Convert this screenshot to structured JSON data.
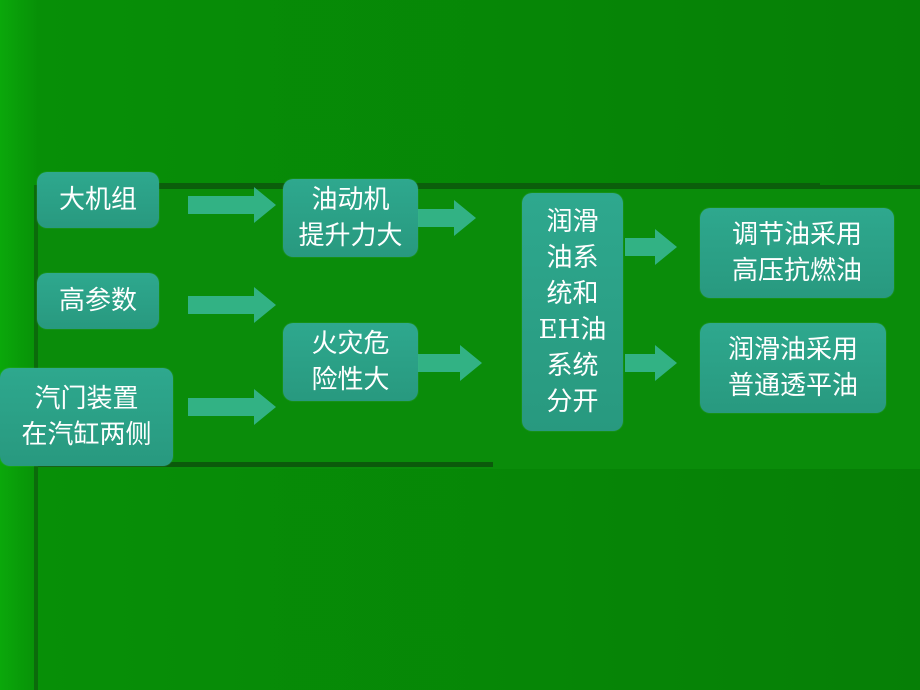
{
  "slide": {
    "nodes": {
      "n1": "大机组",
      "n2": "高参数",
      "n3": "汽门装置\n在汽缸两侧",
      "n4": "油动机\n提升力大",
      "n5": "火灾危\n险性大",
      "n6": "润滑\n油系\n统和\nEH油\n系统\n分开",
      "n7": "调节油采用\n高压抗燃油",
      "n8": "润滑油采用\n普通透平油"
    }
  },
  "colors": {
    "box": "#2ea88e",
    "arrow": "#3ab89a",
    "text": "#ffffff",
    "background": "#078f07"
  }
}
